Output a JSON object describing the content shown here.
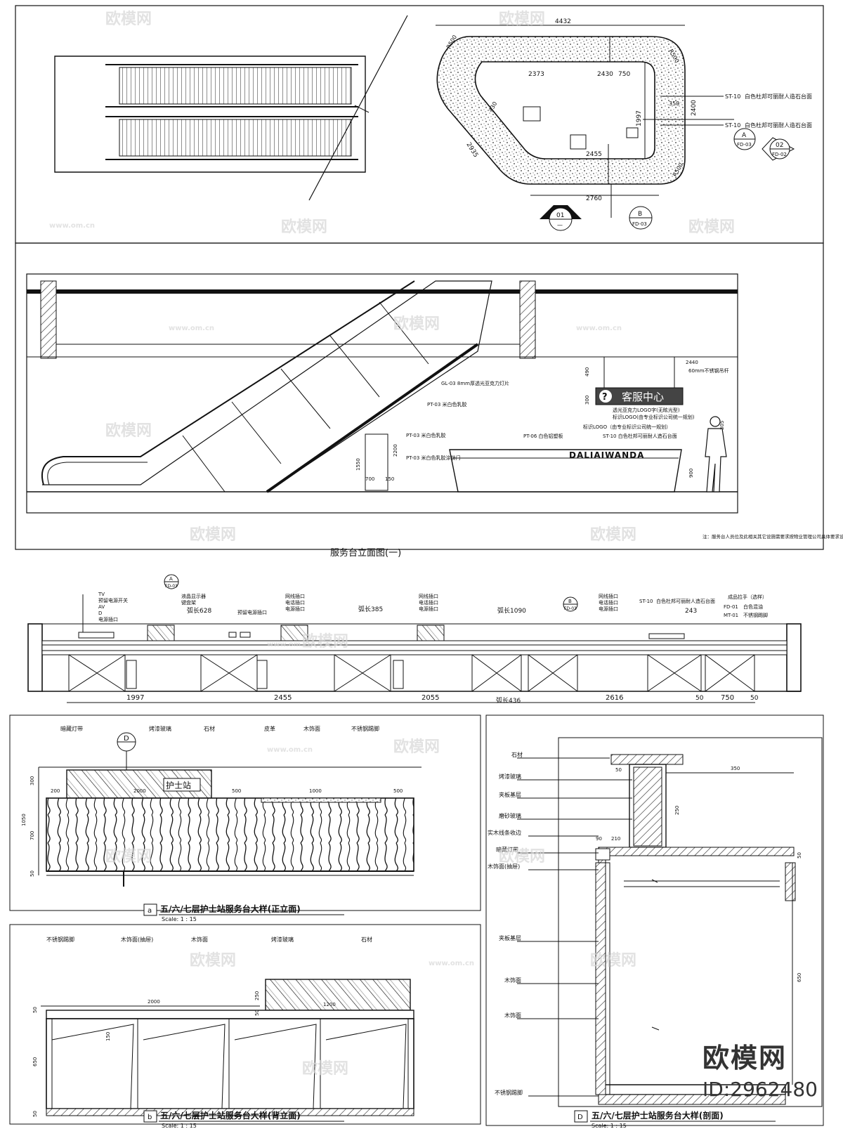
{
  "watermarks": {
    "brand": "欧模网",
    "site": "www.om.cn"
  },
  "brand": {
    "name": "欧模网",
    "id": "ID:2962480"
  },
  "plan": {
    "dims": {
      "top": "4432",
      "d2373": "2373",
      "d2430": "2430",
      "d750": "750",
      "d2400": "2400",
      "d1997": "1997",
      "d2455": "2455",
      "d2760": "2760",
      "d2935": "2935",
      "r500a": "R500",
      "r500b": "R500",
      "r500c": "R500",
      "d430": "430",
      "d350": "350"
    },
    "callouts": [
      {
        "code": "ST-10",
        "text": "白色杜邦可丽耐人造石台面"
      },
      {
        "code": "ST-10",
        "text": "白色杜邦可丽耐人造石台面"
      }
    ],
    "markers": [
      {
        "top": "A",
        "bottom": "FD-03"
      },
      {
        "top": "02",
        "bottom": "FD-02"
      },
      {
        "top": "01",
        "bottom": "—"
      },
      {
        "top": "B",
        "bottom": "FD-03"
      }
    ]
  },
  "elevation1": {
    "title": "服务台立面图(一)",
    "sign": "客服中心",
    "sign_icon": "?",
    "counter_text": "DALIAIWANDA",
    "note": "注：服务台人员位及此相关其它设施需要求按物业管理公司具体要求设置。",
    "labels": [
      "GL-03 8mm厚透光亚克力灯片",
      "PT-03 米白色乳胶",
      "PT-03 米白色乳胶",
      "PT-03 米白色乳胶涂装门",
      "PT-06 白色铝塑板",
      "ST-10 白色杜邦可丽耐人造石台面",
      "透光亚克力LOGO字(无眩光型)",
      "标识LOGO(由专业标识公司统一规划)",
      "标识LOGO（由专业标识公司统一规划）",
      "60mm不锈钢吊杆"
    ],
    "dims": [
      "2200",
      "1550",
      "700",
      "150",
      "900",
      "305",
      "490",
      "300",
      "2440"
    ]
  },
  "strip": {
    "labels_left": [
      "TV",
      "预留电源开关",
      "AV",
      "D",
      "电源插口"
    ],
    "labels_a": [
      "液晶显示器",
      "键盘架"
    ],
    "arc1": "弧长628",
    "reserve": "预留电源插口",
    "group2": [
      "网线插口",
      "电话插口",
      "电源插口"
    ],
    "arc2": "弧长385",
    "group3": [
      "网线插口",
      "电话插口",
      "电源插口"
    ],
    "arc3": "弧长1090",
    "group4": [
      "网线插口",
      "电话插口",
      "电源插口"
    ],
    "st_code": "ST-10",
    "st_text": "白色杜邦可丽耐人造石台面",
    "dim243": "243",
    "right_labels": [
      {
        "code": "",
        "text": "成品拉手（选样）"
      },
      {
        "code": "FD-01",
        "text": "白色混油"
      },
      {
        "code": "MT-01",
        "text": "不锈钢踢脚"
      }
    ],
    "marker_a": {
      "top": "A",
      "bottom": "FD-03"
    },
    "marker_b": {
      "top": "B",
      "bottom": "FD-03"
    },
    "dims": [
      "1997",
      "2455",
      "2055",
      "弧长436",
      "2616",
      "50",
      "750",
      "50"
    ]
  },
  "panel_a": {
    "letter": "a",
    "title": "五/六/七层护士站服务台大样(正立面)",
    "scale": "Scale: 1 : 15",
    "marker": "D",
    "sign_text": "护士站",
    "labels": [
      "暗藏灯带",
      "烤漆玻璃",
      "石材",
      "皮革",
      "木饰面",
      "不锈钢踢脚"
    ],
    "dims": [
      "200",
      "2000",
      "500",
      "1000",
      "500",
      "300",
      "1050",
      "700",
      "50"
    ]
  },
  "panel_b": {
    "letter": "b",
    "title": "五/六/七层护士站服务台大样(背立面)",
    "scale": "Scale: 1 : 15",
    "labels": [
      "不锈钢踢脚",
      "木饰面(抽屉)",
      "木饰面",
      "烤漆玻璃",
      "石材"
    ],
    "dims": [
      "2000",
      "1200",
      "150",
      "650",
      "250",
      "50",
      "50",
      "50"
    ]
  },
  "panel_d": {
    "letter": "D",
    "title": "五/六/七层护士站服务台大样(剖面)",
    "scale": "Scale: 1 : 15",
    "labels": [
      "石材",
      "烤漆玻璃",
      "夹板基层",
      "磨砂玻璃",
      "实木线条收边",
      "暗藏灯带",
      "木饰面(抽屉)",
      "夹板基层",
      "木饰面",
      "木饰面",
      "不锈钢踢脚"
    ],
    "dims": [
      "50",
      "350",
      "250",
      "90",
      "210",
      "650",
      "50"
    ]
  }
}
